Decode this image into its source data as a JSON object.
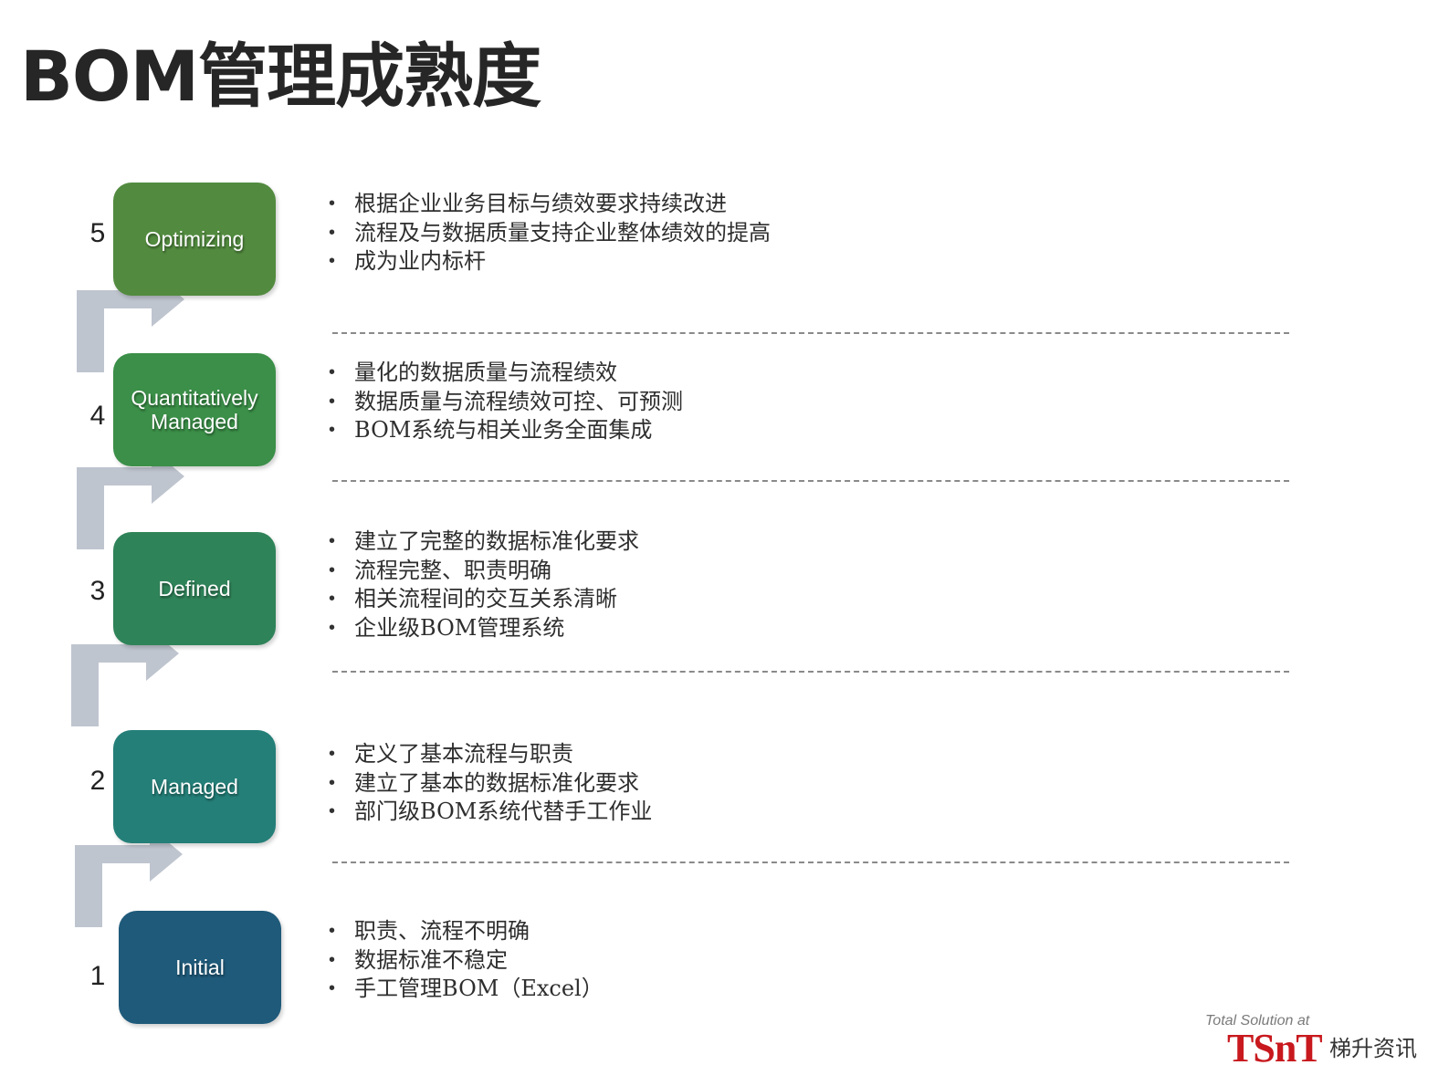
{
  "title": "BOM管理成熟度",
  "colors": {
    "optimizing": "#528b3f",
    "quantitatively_managed": "#3b8f48",
    "defined": "#2f8359",
    "managed": "#247f78",
    "initial": "#1f5a7a",
    "arrow": "#bfc5cf",
    "logo_red": "#c8191e"
  },
  "levels": [
    {
      "number": "5",
      "label": "Optimizing",
      "bullets": [
        "根据企业业务目标与绩效要求持续改进",
        "流程及与数据质量支持企业整体绩效的提高",
        "成为业内标杆"
      ]
    },
    {
      "number": "4",
      "label": "Quantitatively\nManaged",
      "bullets": [
        "量化的数据质量与流程绩效",
        "数据质量与流程绩效可控、可预测",
        "BOM系统与相关业务全面集成"
      ]
    },
    {
      "number": "3",
      "label": "Defined",
      "bullets": [
        "建立了完整的数据标准化要求",
        "流程完整、职责明确",
        "相关流程间的交互关系清晰",
        "企业级BOM管理系统"
      ]
    },
    {
      "number": "2",
      "label": "Managed",
      "bullets": [
        "定义了基本流程与职责",
        "建立了基本的数据标准化要求",
        "部门级BOM系统代替手工作业"
      ]
    },
    {
      "number": "1",
      "label": "Initial",
      "bullets": [
        "职责、流程不明确",
        "数据标准不稳定",
        "手工管理BOM（Excel）"
      ]
    }
  ],
  "logo": {
    "tagline": "Total Solution at",
    "mark": "TSnT",
    "name": "梯升资讯"
  }
}
